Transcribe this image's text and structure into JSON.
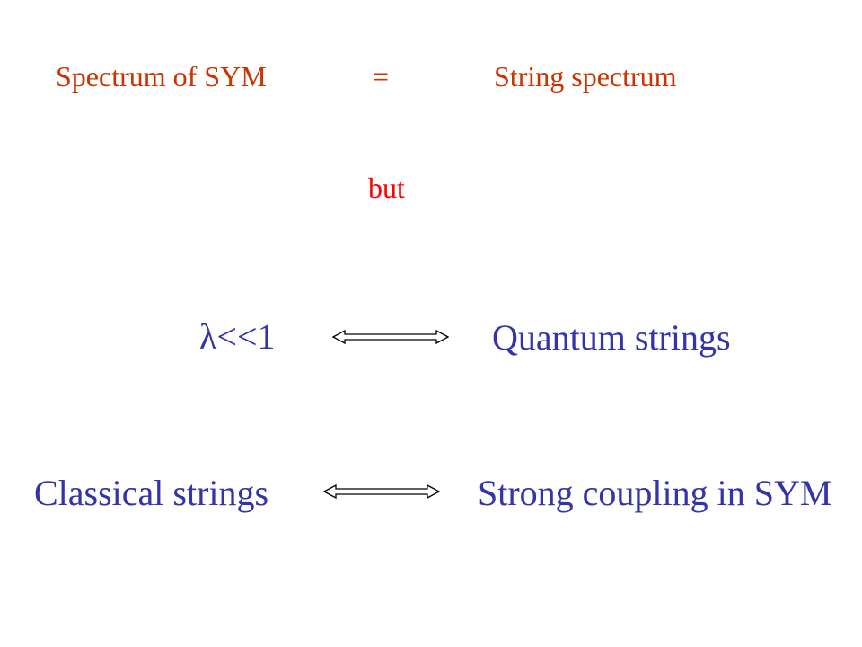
{
  "colors": {
    "header_text": "#cc3300",
    "but_text": "#ff0000",
    "main_text": "#3333aa",
    "arrow_stroke": "#000000"
  },
  "header": {
    "left": "Spectrum of SYM",
    "equals": "=",
    "right": "String spectrum"
  },
  "connector": {
    "label": "but"
  },
  "row1": {
    "left": "λ<<1",
    "right": "Quantum strings",
    "arrow_icon": "double-headed-arrow-icon"
  },
  "row2": {
    "left": "Classical strings",
    "right": "Strong coupling in SYM",
    "arrow_icon": "double-headed-arrow-icon"
  }
}
